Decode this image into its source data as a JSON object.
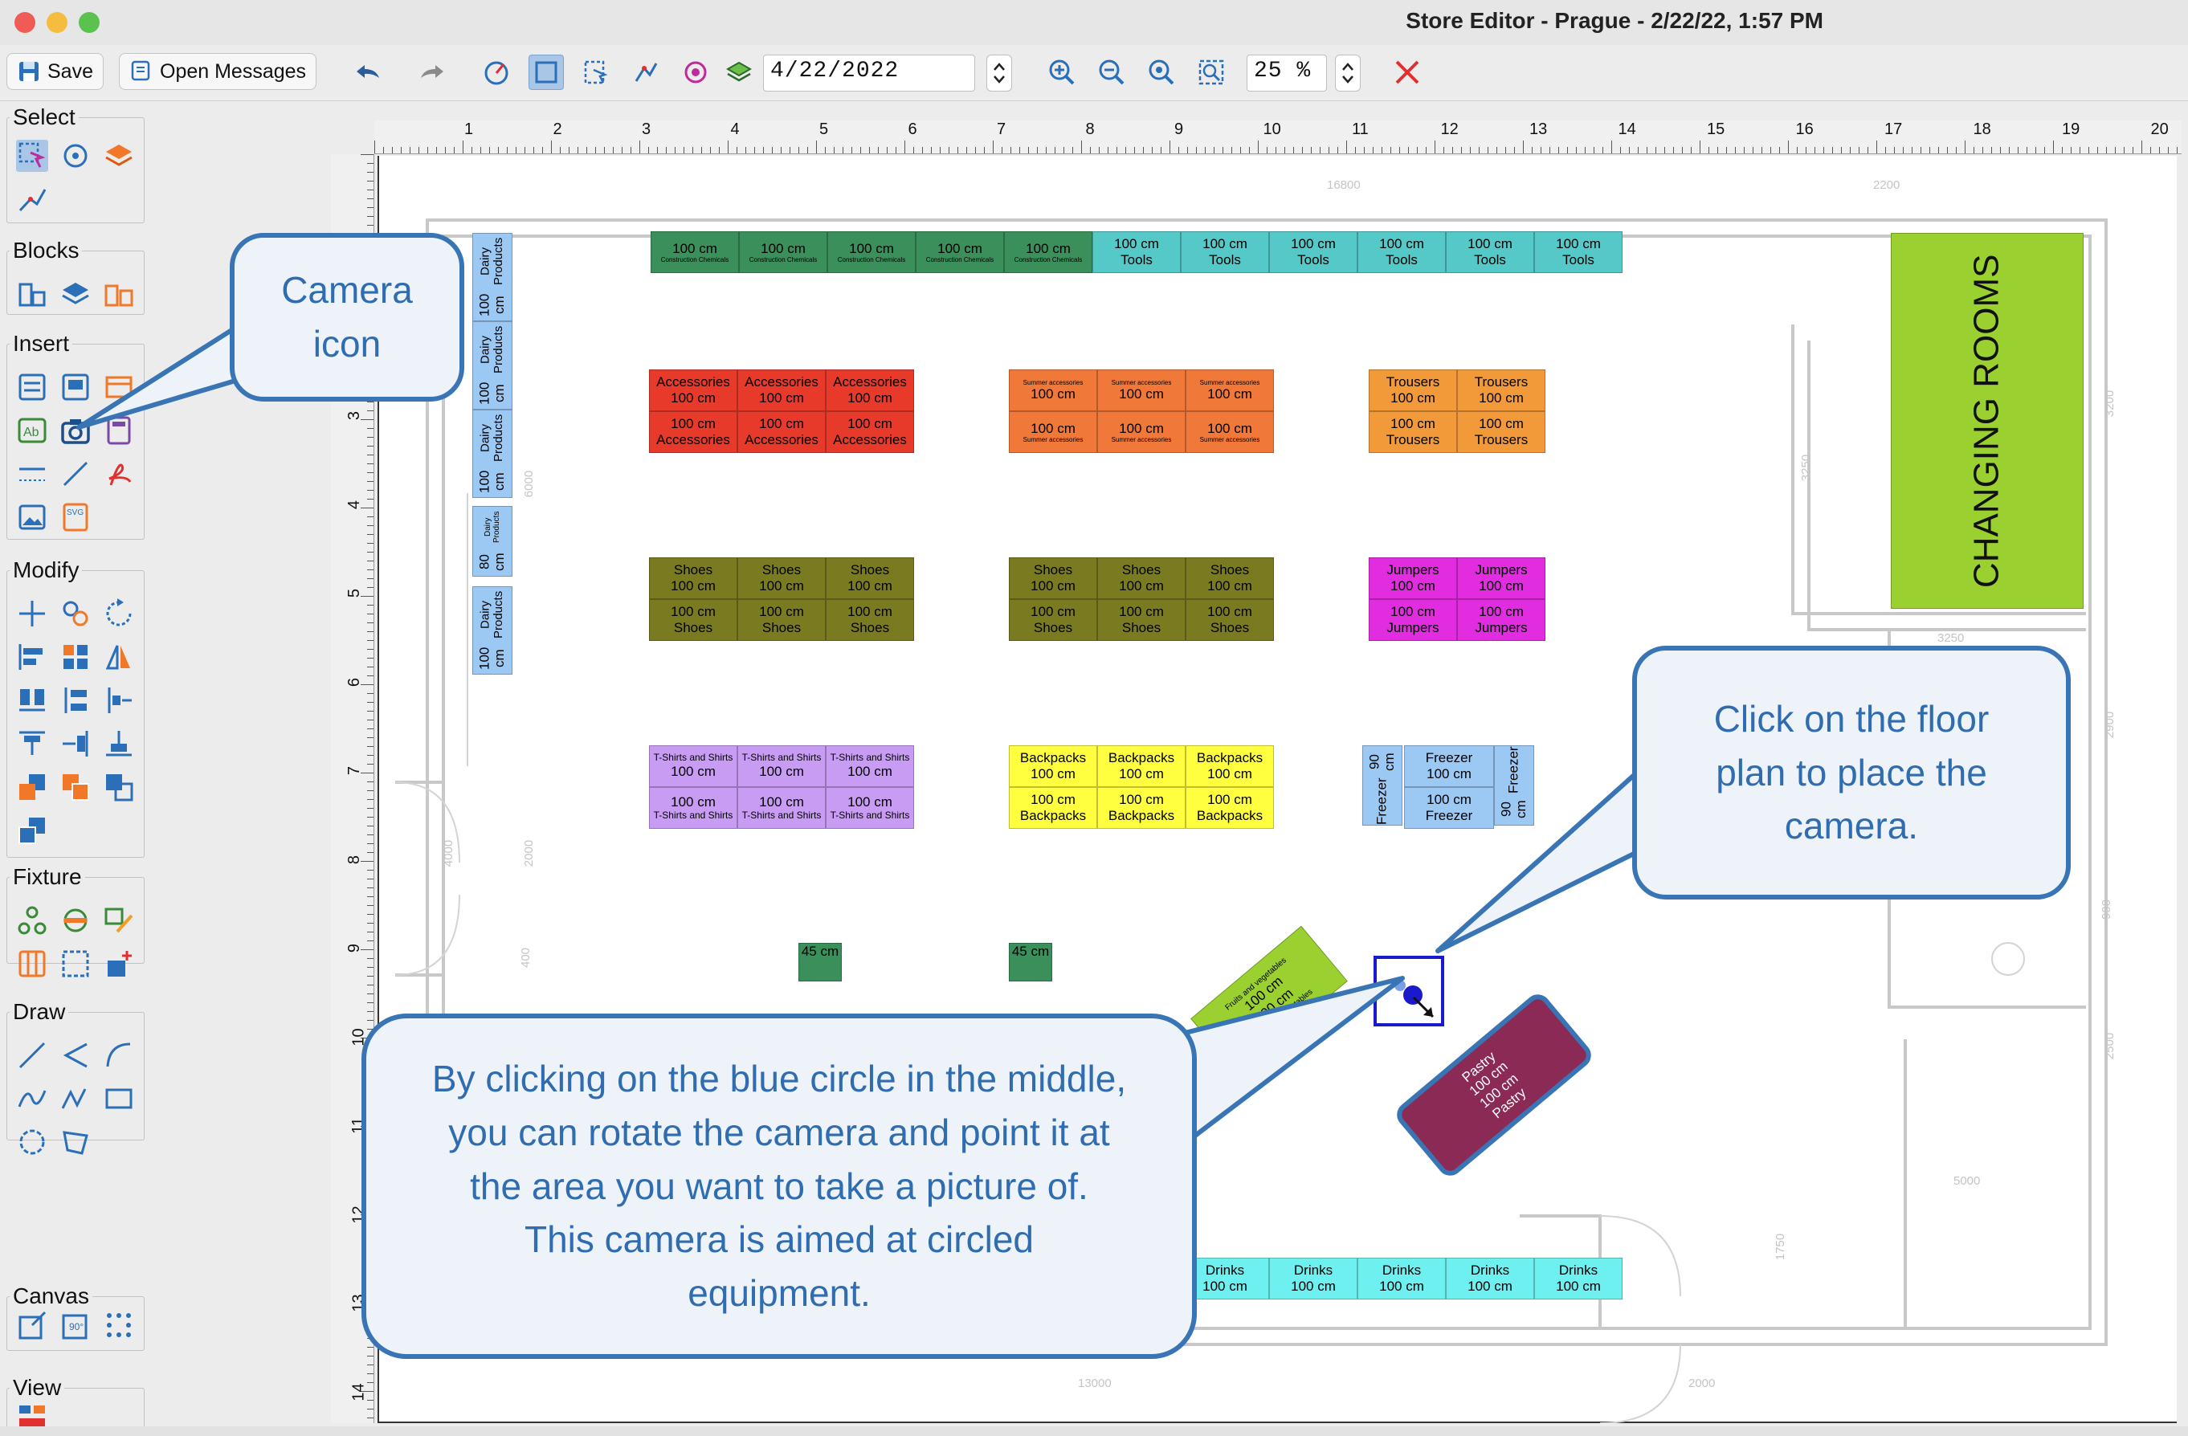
{
  "window": {
    "title": "Store Editor - Prague - 2/22/22, 1:57 PM"
  },
  "toolbar": {
    "save_label": "Save",
    "messages_label": "Open Messages",
    "date_value": "4/22/2022",
    "zoom_value": "25 %"
  },
  "sidebar": {
    "groups": [
      "Select",
      "Blocks",
      "Insert",
      "Modify",
      "Fixture",
      "Draw",
      "Canvas",
      "View"
    ]
  },
  "ruler": {
    "top": [
      "1",
      "2",
      "3",
      "4",
      "5",
      "6",
      "7",
      "8",
      "9",
      "10",
      "11",
      "12",
      "13",
      "14",
      "15",
      "16",
      "17",
      "18",
      "19",
      "20"
    ],
    "left": [
      "3",
      "4",
      "5",
      "6",
      "7",
      "8",
      "9",
      "10",
      "11",
      "12",
      "13",
      "14"
    ]
  },
  "plan": {
    "dims": {
      "d1": "16800",
      "d2": "2200",
      "d3": "3250",
      "d4": "3250",
      "d5": "3200",
      "d6": "2900",
      "d7": "900",
      "d8": "2500",
      "d9": "1750",
      "d10": "5000",
      "d11": "13000",
      "d12": "2000",
      "d13": "4000",
      "d14": "6000",
      "d15": "400",
      "d16": "2000"
    },
    "top_row": {
      "green_size": "100 cm",
      "green_label": "Construction Chemicals",
      "teal_size": "100 cm",
      "teal_label": "Tools"
    },
    "dairy": {
      "a": "100 cm",
      "b": "Dairy Products",
      "c": "80 cm"
    },
    "changing": "CHANGING ROOMS",
    "acc": {
      "a": "Accessories",
      "b": "100 cm"
    },
    "summer": {
      "a": "Summer accessories",
      "b": "100 cm"
    },
    "trousers": {
      "a": "Trousers",
      "b": "100 cm"
    },
    "shoes": {
      "a": "Shoes",
      "b": "100 cm"
    },
    "jumpers": {
      "a": "Jumpers",
      "b": "100 cm"
    },
    "tshirts": {
      "a": "T-Shirts and Shirts",
      "b": "100 cm"
    },
    "backpacks": {
      "a": "Backpacks",
      "b": "100 cm"
    },
    "freezer": {
      "a": "Freezer",
      "b": "100 cm",
      "c": "90 cm"
    },
    "small": {
      "a": "45 cm"
    },
    "fruit": {
      "a": "Fruits and vegetables",
      "b": "100 cm"
    },
    "pastry": {
      "a": "Pastry",
      "b": "100 cm"
    },
    "drinks": {
      "a": "Drinks",
      "b": "100 cm"
    }
  },
  "callouts": {
    "camera": {
      "l1": "Camera",
      "l2": "icon"
    },
    "place": {
      "l1": "Click on the floor",
      "l2": "plan to place the",
      "l3": "camera."
    },
    "rotate": {
      "l1": "By clicking on the blue circle in the middle,",
      "l2": "you can rotate the camera and point it at",
      "l3": "the area you want to take a picture of.",
      "l4": "This camera is aimed at circled",
      "l5": "equipment."
    }
  },
  "colors": {
    "accent": "#3975b5",
    "close": "#e03030",
    "green": "#3a8f5a",
    "teal": "#55c8c8",
    "red": "#e83a2a",
    "orange": "#f07838",
    "amber": "#f29a3a",
    "olive": "#7a7a20",
    "magenta": "#e12ce0",
    "lavender": "#c79cf2",
    "yellow": "#ffff40",
    "blue": "#9cc8f4",
    "lime": "#9ad030",
    "maroon": "#8a2a55",
    "cyan": "#6ff0f0"
  },
  "icons": [
    "save-icon",
    "messages-icon",
    "undo-icon",
    "redo-icon",
    "measure-icon",
    "select-rect-icon",
    "snap-icon",
    "path-icon",
    "camera-target-icon",
    "layers-icon",
    "zoom-in-icon",
    "zoom-out-icon",
    "zoom-fit-icon",
    "zoom-select-icon",
    "close-icon",
    "camera-icon"
  ]
}
